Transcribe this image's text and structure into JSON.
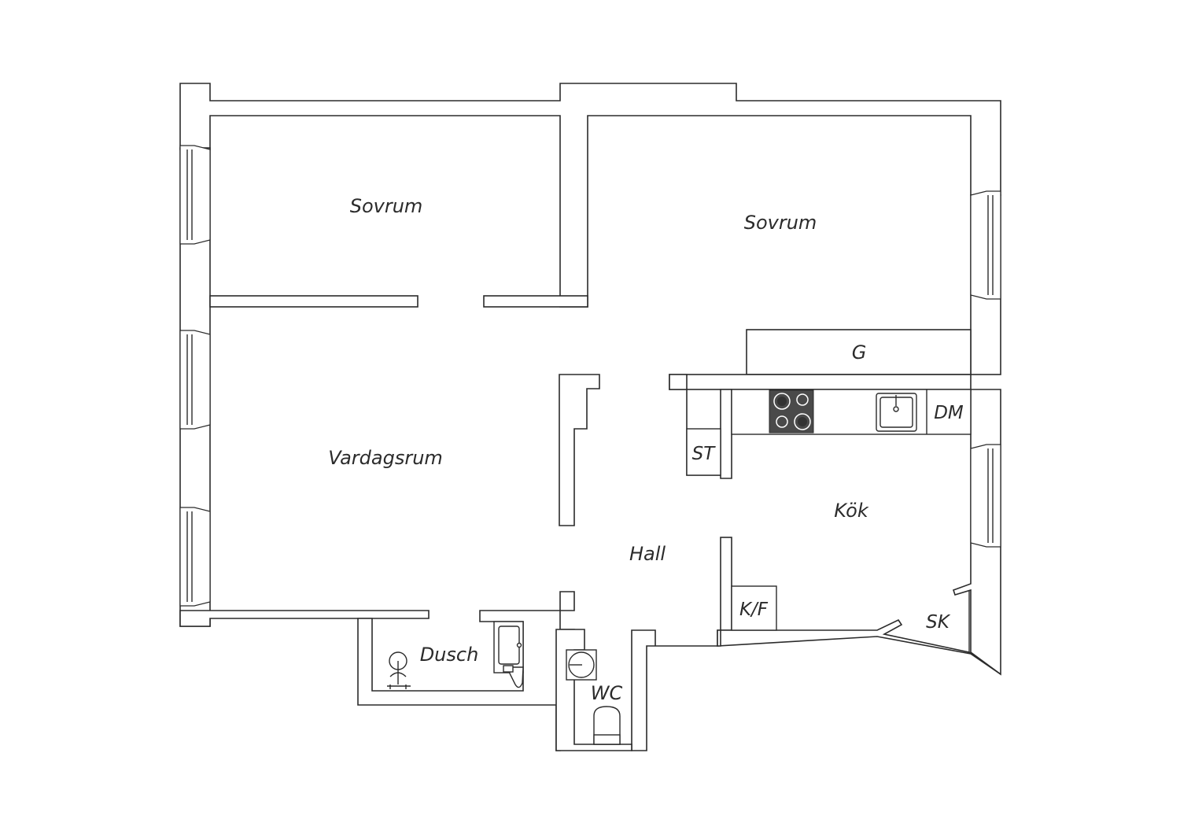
{
  "labels": {
    "sovrum_left": "Sovrum",
    "sovrum_right": "Sovrum",
    "vardagsrum": "Vardagsrum",
    "hall": "Hall",
    "kok": "Kök",
    "dusch": "Dusch",
    "wc": "WC",
    "g": "G",
    "st": "ST",
    "dm": "DM",
    "kf": "K/F",
    "sk": "SK"
  },
  "colors": {
    "line": "#2b2b2b",
    "stove": "#4a4a4a",
    "background": "#ffffff"
  },
  "icons": [
    "stove-icon",
    "sink-icon",
    "toilet-icon",
    "shower-icon",
    "washbasin-icon",
    "washing-machine-icon"
  ]
}
